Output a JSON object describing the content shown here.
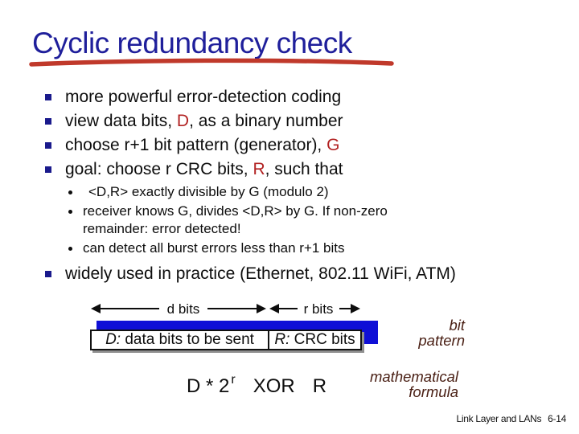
{
  "title": "Cyclic redundancy check",
  "colors": {
    "title_blue": "#1F1F9B",
    "underline_red": "#C0392B",
    "accent_red": "#B22222",
    "bullet_navy": "#1A1A8C",
    "bar_blue": "#0F0FD6",
    "annotation_dark_red": "#4A2015"
  },
  "bullets": {
    "b1": "more powerful error-detection coding",
    "b2_pre": "view data bits, ",
    "b2_red": "D",
    "b2_post": ", as a binary number",
    "b3_pre": "choose r+1 bit pattern (generator), ",
    "b3_red": "G",
    "b4_pre": "goal: choose r CRC bits, ",
    "b4_red": "R",
    "b4_post": ", such that",
    "b5": "widely used in practice (Ethernet, 802.11 WiFi, ATM)"
  },
  "subbullets": {
    "s1": "<D,R> exactly divisible by G (modulo 2)",
    "s2_line1": "receiver knows G, divides <D,R> by G.  If non-zero",
    "s2_line2": "remainder: error detected!",
    "s3": "can detect all burst errors less than r+1 bits"
  },
  "diagram": {
    "d_bits_label": "d bits",
    "r_bits_label": "r bits",
    "box_d_prefix": "D:",
    "box_d_text": " data bits to be sent",
    "box_r_prefix": "R:",
    "box_r_text": " CRC bits",
    "bit_pattern_line1": "bit",
    "bit_pattern_line2": "pattern",
    "formula_base": "D * 2",
    "formula_sup": "r",
    "formula_xor": "XOR",
    "formula_r": "R",
    "math_label_line1": "mathematical",
    "math_label_line2": "formula"
  },
  "footer": {
    "text": "Link Layer and LANs",
    "page": "6-14"
  }
}
